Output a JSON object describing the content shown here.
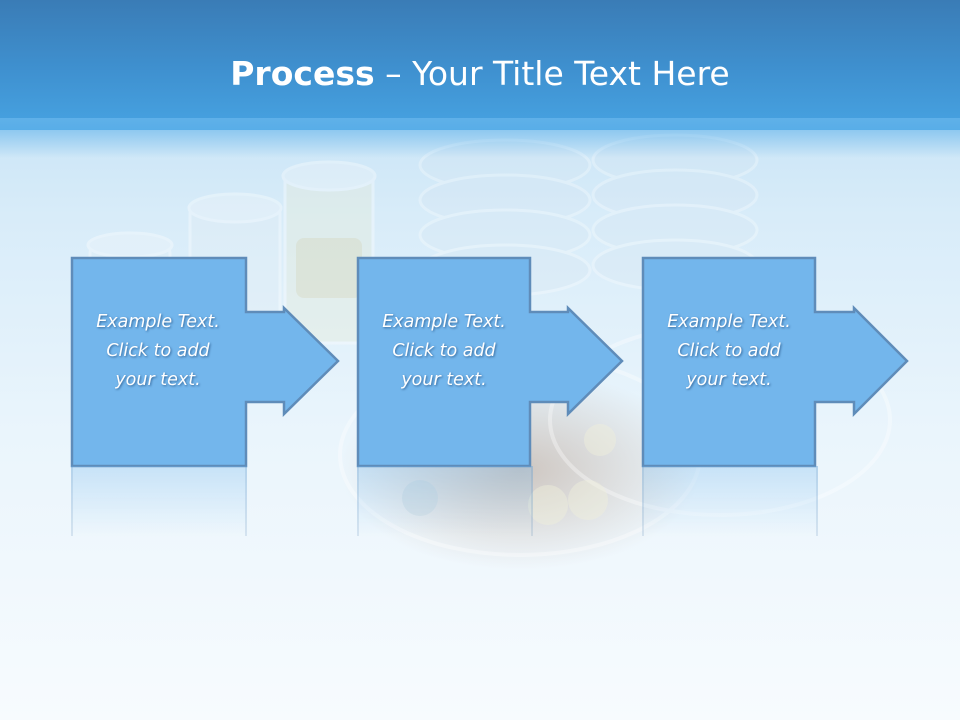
{
  "slide": {
    "title_bold": "Process",
    "title_rest": " – Your Title Text Here"
  },
  "steps": [
    {
      "line1": "Example Text.",
      "line2": "Click  to add",
      "line3": "your text."
    },
    {
      "line1": "Example Text.",
      "line2": "Click  to add",
      "line3": "your text."
    },
    {
      "line1": "Example Text.",
      "line2": "Click  to add",
      "line3": "your text."
    }
  ],
  "colors": {
    "header": "#3f91d0",
    "shape_fill": "#73b6ec",
    "shape_border": "#5f8cb9",
    "text": "#ffffff"
  },
  "icons": [
    "arrow-right-icon"
  ]
}
